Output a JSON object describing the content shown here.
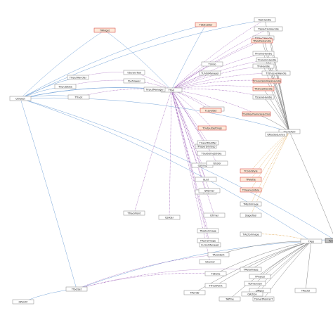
{
  "diagram": {
    "title": "",
    "colors": {
      "node_default_fill": "#ffffff",
      "node_default_stroke": "#999999",
      "node_highlight_fill": "#fde8d8",
      "node_highlight_stroke": "#d9534f",
      "node_focus_fill": "#bfbfbf",
      "edge_blue": "#7aa7d9",
      "edge_purple": "#9b59b6",
      "edge_orange": "#e0a040",
      "edge_gray": "#888888"
    },
    "nodes": [
      {
        "id": "qobject",
        "label": "QObject",
        "kind": "plain"
      },
      {
        "id": "ttreadertool",
        "label": "TToolSet",
        "kind": "plain"
      },
      {
        "id": "tstatusbar",
        "label": "TStatusBar",
        "kind": "highlight"
      },
      {
        "id": "twidget",
        "label": "TWidget",
        "kind": "highlight"
      },
      {
        "id": "qslider",
        "label": "QSlider",
        "kind": "plain"
      },
      {
        "id": "qpointf",
        "label": "QPointF",
        "kind": "plain"
      },
      {
        "id": "tapp",
        "label": "TApp",
        "kind": "plain"
      },
      {
        "id": "scenetool",
        "label": "SceneTool",
        "kind": "plain"
      },
      {
        "id": "toolhandle",
        "label": "ToolHandle",
        "kind": "plain"
      },
      {
        "id": "tselectionhandle",
        "label": "TSelectionHandle",
        "kind": "plain"
      },
      {
        "id": "tobjecthandle",
        "label": "TObjectHandle",
        "kind": "plain"
      },
      {
        "id": "tcolumnhandle",
        "label": "TColumnHandle",
        "kind": "plain"
      },
      {
        "id": "tframehandle",
        "label": "TFrameHandle",
        "kind": "plain"
      },
      {
        "id": "txshlevelhandle",
        "label": "TXshLevelHandle",
        "kind": "plain"
      },
      {
        "id": "tpalettehandle",
        "label": "TPaletteHandle",
        "kind": "highlight"
      },
      {
        "id": "tfxhandle",
        "label": "TFxHandle",
        "kind": "plain"
      },
      {
        "id": "tonionskinmaskhandle",
        "label": "TOnionSkinMaskHandle",
        "kind": "highlight"
      },
      {
        "id": "txsheethandle",
        "label": "TXsheetHandle",
        "kind": "highlight"
      },
      {
        "id": "tscenehandle",
        "label": "TSceneHandle",
        "kind": "plain"
      },
      {
        "id": "tcellkeyframe",
        "label": "TCellKeyframeSelection",
        "kind": "highlight"
      },
      {
        "id": "tcurrentfx",
        "label": "TCurrentFx",
        "kind": "plain"
      },
      {
        "id": "tlevelset",
        "label": "TLevelSet",
        "kind": "highlight"
      },
      {
        "id": "toutputsettings",
        "label": "TOutputSettings",
        "kind": "highlight"
      },
      {
        "id": "tpropertygroup",
        "label": "TPropertyGroup",
        "kind": "plain"
      },
      {
        "id": "qstring",
        "label": "QString",
        "kind": "plain"
      },
      {
        "id": "qlist",
        "label": "QList",
        "kind": "plain"
      },
      {
        "id": "qmap",
        "label": "QMap",
        "kind": "plain"
      },
      {
        "id": "qtimer",
        "label": "QTimer",
        "kind": "plain"
      },
      {
        "id": "tcolorstyle",
        "label": "TColorStyle",
        "kind": "highlight"
      },
      {
        "id": "tpalette",
        "label": "TPalette",
        "kind": "highlight"
      },
      {
        "id": "tcleanupstyle",
        "label": "TCleanupStyle",
        "kind": "highlight"
      },
      {
        "id": "stagetool",
        "label": "StageTool",
        "kind": "plain"
      },
      {
        "id": "tvectorimage",
        "label": "TVectorImage",
        "kind": "plain"
      },
      {
        "id": "trasterimage",
        "label": "TRasterImage",
        "kind": "plain"
      },
      {
        "id": "ttoonzimage",
        "label": "TToonzImage",
        "kind": "plain"
      },
      {
        "id": "tstroke",
        "label": "TStroke",
        "kind": "plain"
      },
      {
        "id": "tthickpoint",
        "label": "TThickPoint",
        "kind": "plain"
      },
      {
        "id": "tpointd",
        "label": "TPointD",
        "kind": "plain"
      },
      {
        "id": "taffine",
        "label": "TAffine",
        "kind": "plain"
      },
      {
        "id": "trectd",
        "label": "TRectD",
        "kind": "plain"
      },
      {
        "id": "tpixel",
        "label": "TPixel32",
        "kind": "plain"
      },
      {
        "id": "tdimension",
        "label": "TDimension",
        "kind": "plain"
      },
      {
        "id": "tsmartpointer",
        "label": "TSmartPointerT",
        "kind": "plain"
      },
      {
        "id": "tmeshimage",
        "label": "TMeshImage",
        "kind": "plain"
      },
      {
        "id": "tundo",
        "label": "TUndo",
        "kind": "plain"
      },
      {
        "id": "tundomanager",
        "label": "TUndoManager",
        "kind": "plain"
      },
      {
        "id": "ttool",
        "label": "TTool",
        "kind": "plain"
      },
      {
        "id": "toolviewer",
        "label": "ToolViewer",
        "kind": "plain"
      },
      {
        "id": "tzerarytool",
        "label": "TZeraryTool",
        "kind": "plain"
      },
      {
        "id": "tfocus",
        "label": "ToolbarItem",
        "kind": "focus"
      },
      {
        "id": "tinputmanager",
        "label": "TInputManager",
        "kind": "plain"
      },
      {
        "id": "tinputhandler",
        "label": "TInputHandler",
        "kind": "plain"
      },
      {
        "id": "tinputstate",
        "label": "TInputState",
        "kind": "plain"
      },
      {
        "id": "ttrack",
        "label": "TTrack",
        "kind": "plain"
      },
      {
        "id": "ttrackpoint",
        "label": "TTrackPoint",
        "kind": "plain"
      },
      {
        "id": "tmodifier",
        "label": "TInputModifier",
        "kind": "plain"
      },
      {
        "id": "tguidestroke",
        "label": "TGuidelineStroke",
        "kind": "plain"
      },
      {
        "id": "tassistant",
        "label": "TAssistant",
        "kind": "plain"
      },
      {
        "id": "tmetaimage",
        "label": "TMetaImage",
        "kind": "plain"
      },
      {
        "id": "cursormanager",
        "label": "CursorManager",
        "kind": "plain"
      },
      {
        "id": "qcursor",
        "label": "QCursor",
        "kind": "plain"
      },
      {
        "id": "qcolor",
        "label": "QColor",
        "kind": "plain"
      },
      {
        "id": "qpainter",
        "label": "QPainter",
        "kind": "plain"
      },
      {
        "id": "qmenu",
        "label": "QMenu",
        "kind": "plain"
      },
      {
        "id": "qaction",
        "label": "QAction",
        "kind": "plain"
      },
      {
        "id": "qkeysequence",
        "label": "QKeySequence",
        "kind": "plain"
      }
    ]
  }
}
